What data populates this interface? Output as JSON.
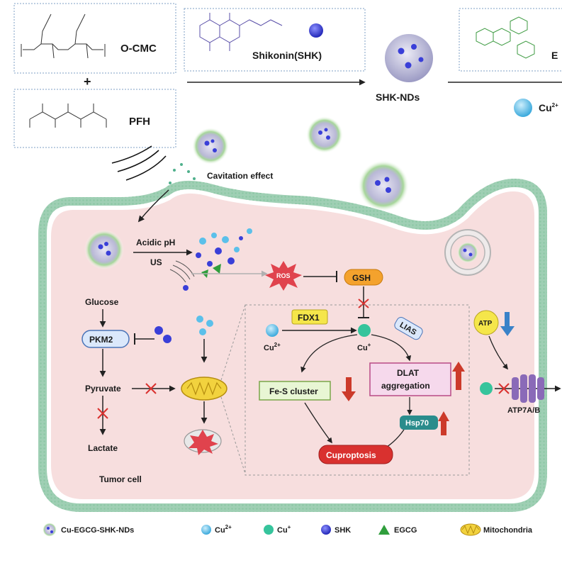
{
  "materials": {
    "ocmc": "O-CMC",
    "plus": "+",
    "pfh": "PFH",
    "shikonin": "Shikonin(SHK)",
    "egcg_partial": "E",
    "cu_partial": "Cu",
    "cu_partial_sup": "2+"
  },
  "shk_nds": "SHK-NDs",
  "cavitation": "Cavitation effect",
  "acidic_ph": "Acidic pH",
  "us": "US",
  "ros": "ROS",
  "gsh": "GSH",
  "glucose": "Glucose",
  "pkm2": "PKM2",
  "pyruvate": "Pyruvate",
  "lactate": "Lactate",
  "tumor_cell": "Tumor cell",
  "fdx1": "FDX1",
  "lias": "LIAS",
  "cu2": {
    "base": "Cu",
    "sup": "2+"
  },
  "cu1": {
    "base": "Cu",
    "sup": "+"
  },
  "fes_cluster": "Fe-S cluster",
  "dlat_line1": "DLAT",
  "dlat_line2": "aggregation",
  "hsp70": "Hsp70",
  "cuproptosis": "Cuproptosis",
  "atp": "ATP",
  "atp7": "ATP7A/B",
  "legend": {
    "nds": "Cu-EGCG-SHK-NDs",
    "cu2": "Cu",
    "cu2_sup": "2+",
    "cu1": "Cu",
    "cu1_sup": "+",
    "shk": "SHK",
    "egcg": "EGCG",
    "mito": "Mitochondria"
  },
  "colors": {
    "cell_fill": "#f7dede",
    "membrane": "#9fcfb4",
    "cu2_ion": "#5bc0ea",
    "cu1_ion": "#36c49c",
    "shk": "#3a3fd8",
    "egcg": "#2f9e3c",
    "ros": "#e0434d",
    "cuproptosis": "#d9312f",
    "dlat_box": "#f6d9ec",
    "fes_box": "#e8f6d4",
    "hsp70": "#2a8c8c",
    "atp": "#f5e64a",
    "arrow_up": "#cc3a2a",
    "arrow_down": "#3a82c8",
    "atp7": "#8a6ab8"
  }
}
